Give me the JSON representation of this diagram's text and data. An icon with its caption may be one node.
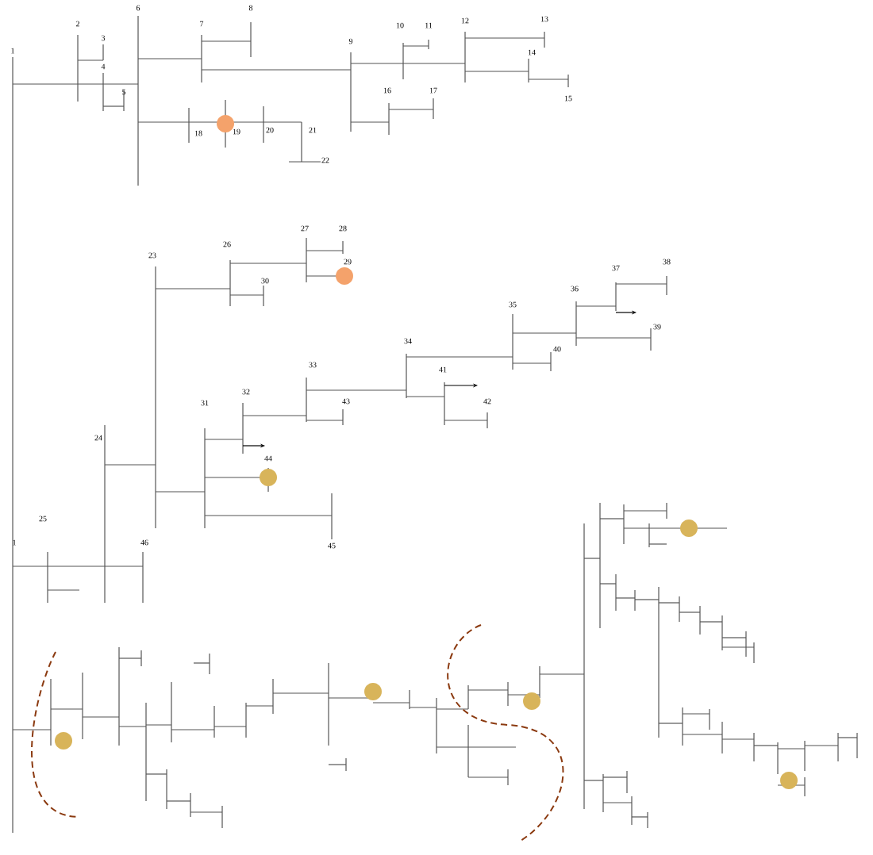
{
  "diagram": {
    "labels": [
      "1",
      "2",
      "6",
      "8",
      "7",
      "3",
      "4",
      "5",
      "9",
      "10",
      "11",
      "12",
      "13",
      "14",
      "15",
      "16",
      "17",
      "18",
      "19",
      "20",
      "21",
      "22",
      "27",
      "28",
      "23",
      "26",
      "29",
      "30",
      "38",
      "37",
      "36",
      "35",
      "39",
      "40",
      "34",
      "41",
      "42",
      "33",
      "32",
      "31",
      "43",
      "24",
      "44",
      "45",
      "25",
      "1",
      "46"
    ]
  }
}
